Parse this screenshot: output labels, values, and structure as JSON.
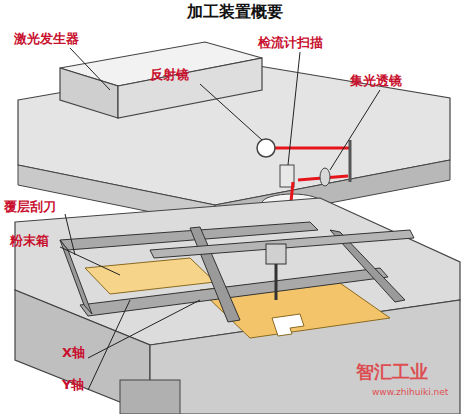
{
  "diagram": {
    "title": "加工装置概要",
    "labels": [
      "激光发生器",
      "反射镜",
      "检流计扫描",
      "集光透镜",
      "覆层刮刀",
      "粉末箱",
      "X轴",
      "Y轴",
      "智汇工业",
      "www.zhihuiki.net"
    ]
  }
}
